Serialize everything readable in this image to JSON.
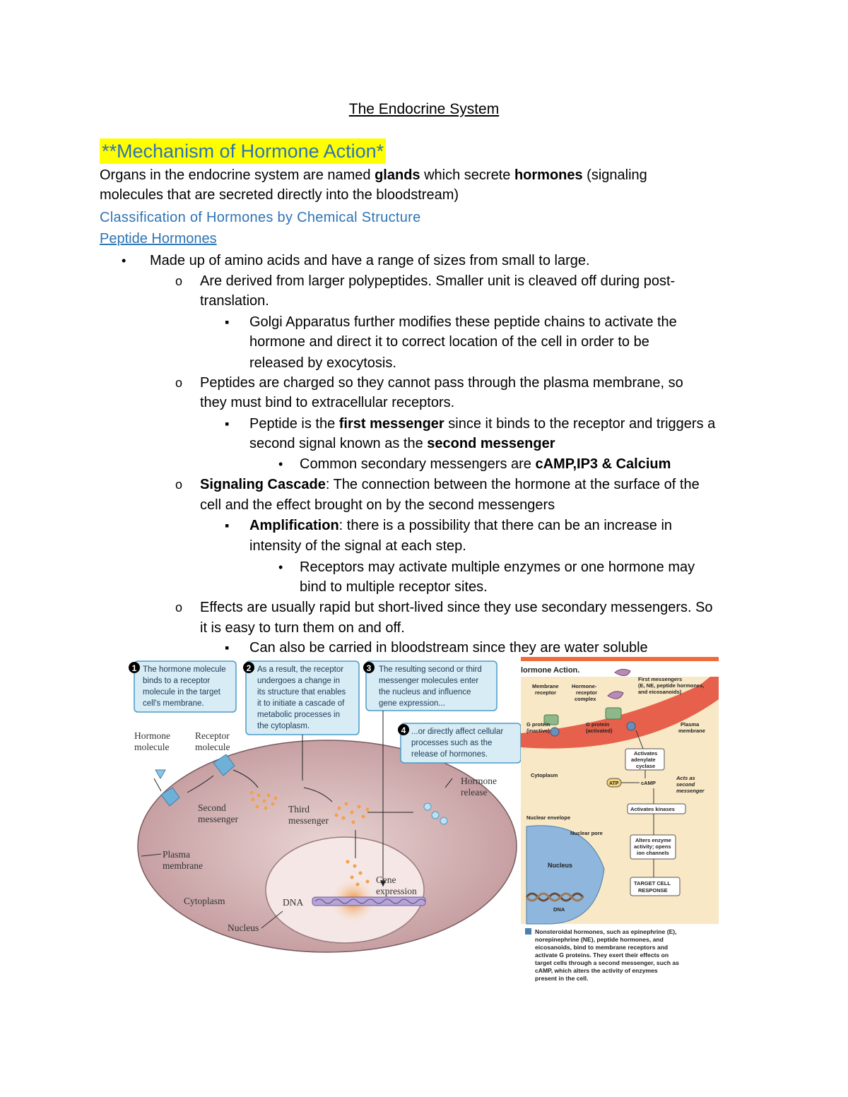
{
  "title": "The Endocrine System",
  "highlight_heading": "**Mechanism of Hormone Action*",
  "intro": {
    "p1": "Organs in the endocrine system are named ",
    "b1": "glands",
    "p2": " which secrete ",
    "b2": "hormones",
    "p3": " (signaling",
    "line2": "molecules that are secreted directly into the bloodstream)"
  },
  "heading_classification": "Classification of Hormones by Chemical Structure",
  "heading_peptide": "Peptide Hormones",
  "bullets": {
    "b1": "Made up of amino acids and have a range of sizes from small to large.",
    "o1_l1": "Are derived from larger polypeptides. Smaller unit is cleaved off during post-",
    "o1_l2": "translation.",
    "s1_l1": "Golgi Apparatus further modifies these peptide chains to activate the",
    "s1_l2": "hormone and direct it to correct location of the cell in order to be",
    "s1_l3": "released by exocytosis.",
    "o2_l1": "Peptides are charged so they cannot pass through the plasma membrane, so",
    "o2_l2": "they must bind to extracellular receptors.",
    "s2_p1": "Peptide is the ",
    "s2_b1": "first messenger",
    "s2_p2": " since it binds to the receptor and triggers a",
    "s2_l2a": "second signal known as the ",
    "s2_l2b": "second messenger",
    "d1_p1": "Common secondary messengers are ",
    "d1_b1": "cAMP,IP3 & Calcium",
    "o3_b": "Signaling Cascade",
    "o3_p1": ": The connection between the hormone at the surface of the",
    "o3_l2": "cell and the effect brought on by the second messengers",
    "s3_b": "Amplification",
    "s3_p1": ": there is a possibility that there can be an increase in",
    "s3_l2": "intensity of the signal at each step.",
    "d2_l1": "Receptors may activate multiple enzymes or one hormone may",
    "d2_l2": "bind to multiple receptor sites.",
    "o4_l1": "Effects are usually rapid but short-lived since they use secondary messengers. So",
    "o4_l2": "it is easy to turn them on and off.",
    "s4": "Can also be carried in bloodstream since they are water soluble"
  },
  "markers": {
    "disc": "•",
    "circle": "o",
    "square": "▪"
  },
  "figure_left": {
    "step_numbers": [
      "1",
      "2",
      "3",
      "4"
    ],
    "step1": [
      "The hormone molecule",
      "binds to a receptor",
      "molecule in the target",
      "cell's membrane."
    ],
    "step2": [
      "As a result, the receptor",
      "undergoes a change in",
      "its structure that enables",
      "it to initiate a cascade of",
      "metabolic processes in",
      "the cytoplasm."
    ],
    "step3": [
      "The resulting second or third",
      "messenger molecules enter",
      "the nucleus and influence",
      "gene expression..."
    ],
    "step4": [
      "...or directly affect cellular",
      "processes such as the",
      "release of hormones."
    ],
    "hormone_molecule": [
      "Hormone",
      "molecule"
    ],
    "receptor_molecule": [
      "Receptor",
      "molecule"
    ],
    "second_messenger": [
      "Second",
      "messenger"
    ],
    "third_messenger": [
      "Third",
      "messenger"
    ],
    "hormone_release": [
      "Hormone",
      "release"
    ],
    "plasma_membrane": [
      "Plasma",
      "membrane"
    ],
    "cytoplasm": "Cytoplasm",
    "dna": "DNA",
    "nucleus": "Nucleus",
    "gene_expression": [
      "Gene",
      "expression"
    ]
  },
  "figure_right": {
    "header": "lormone Action.",
    "first_messengers": [
      "First messengers",
      "(E, NE, peptide hormones,",
      "and eicosanoids)"
    ],
    "membrane_receptor": [
      "Membrane",
      "receptor"
    ],
    "hormone_receptor_complex": [
      "Hormone-",
      "receptor",
      "complex"
    ],
    "g_protein_inactive": [
      "G protein",
      "(inactive)"
    ],
    "g_protein_activated": [
      "G protein",
      "(activated)"
    ],
    "plasma_membrane": [
      "Plasma",
      "membrane"
    ],
    "activates_adenylate_cyclase": [
      "Activates",
      "adenylate",
      "cyclase"
    ],
    "cytoplasm": "Cytoplasm",
    "atp": "ATP",
    "camp": "cAMP",
    "acts_as_second_messenger": [
      "Acts as",
      "second",
      "messenger"
    ],
    "activates_kinases": "Activates kinases",
    "nuclear_envelope": "Nuclear envelope",
    "nuclear_pore": "Nuclear pore",
    "alters_enzyme": [
      "Alters enzyme",
      "activity; opens",
      "ion channels"
    ],
    "nucleus": "Nucleus",
    "target_cell_response": [
      "TARGET CELL",
      "RESPONSE"
    ],
    "dna": "DNA",
    "caption": [
      "Nonsteroidal hormones, such as epinephrine (E),",
      "norepinephrine (NE), peptide hormones, and",
      "eicosanoids, bind to membrane receptors and",
      "activate G proteins. They exert their effects on",
      "target cells through a second messenger, such as",
      "cAMP, which alters the activity of enzymes",
      "present in the cell."
    ]
  },
  "colors": {
    "heading_blue": "#2e74b5",
    "highlight": "#ffff00",
    "cell_fill": "#c9a6a8",
    "nucleus_fill": "#f3e4e2",
    "callout_fill": "#d7ecf5",
    "callout_border": "#4a9bc6",
    "messenger_orange": "#f5a04a",
    "right_bg": "#f7e7c4",
    "right_membrane": "#e05a45",
    "right_nucleus": "#8fb6dc"
  }
}
